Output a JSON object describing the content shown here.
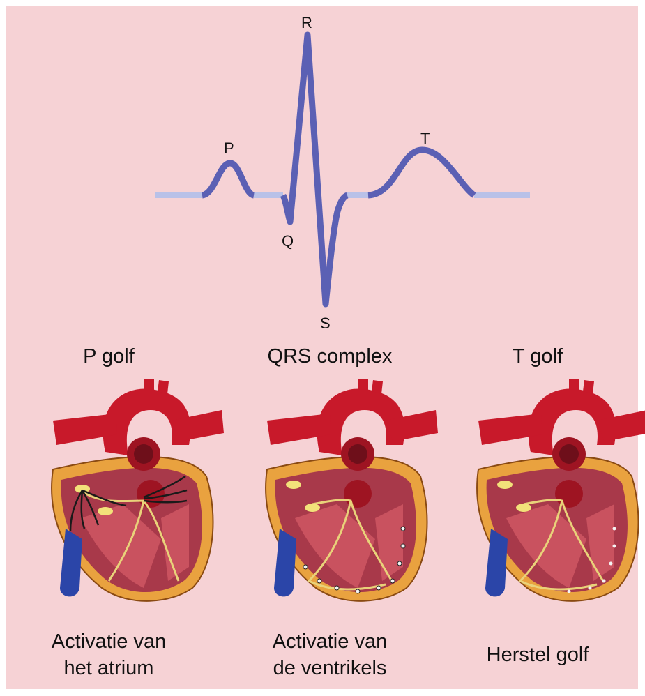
{
  "ecg": {
    "labels": {
      "p": "P",
      "q": "Q",
      "r": "R",
      "s": "S",
      "t": "T"
    }
  },
  "colors": {
    "background": "#f6d2d5",
    "trace": "#5b60b4",
    "baseline": "#b9c1e8",
    "heart_red": "#c8192a",
    "heart_orange": "#e9a23f",
    "vein_blue": "#2b45a8",
    "node_yellow": "#f2e27a"
  },
  "panels": [
    {
      "title": "P golf",
      "caption_line1": "Activatie van",
      "caption_line2": "het atrium"
    },
    {
      "title": "QRS complex",
      "caption_line1": "Activatie van",
      "caption_line2": "de ventrikels"
    },
    {
      "title": "T golf",
      "caption_line1": "Herstel golf",
      "caption_line2": ""
    }
  ]
}
